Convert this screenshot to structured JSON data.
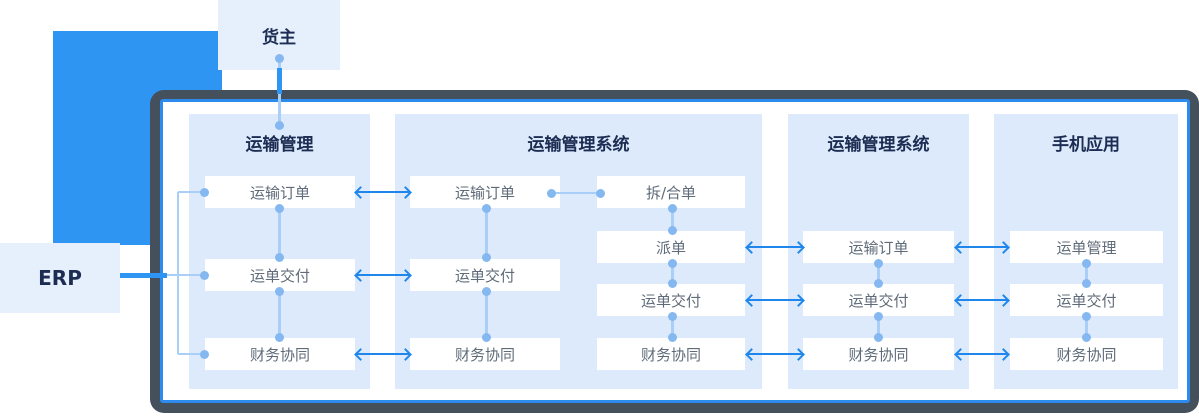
{
  "external": {
    "consignor": "货主",
    "erp": "ERP"
  },
  "panels": [
    {
      "title": "运输管理",
      "items": [
        "运输订单",
        "运单交付",
        "财务协同"
      ]
    },
    {
      "title": "运输管理系统",
      "left_items": [
        "运输订单",
        "运单交付",
        "财务协同"
      ],
      "right_items": [
        "拆/合单",
        "派单",
        "运单交付",
        "财务协同"
      ]
    },
    {
      "title": "运输管理系统",
      "items": [
        "运输订单",
        "运单交付",
        "财务协同"
      ]
    },
    {
      "title": "手机应用",
      "items": [
        "运单管理",
        "运单交付",
        "财务协同"
      ]
    }
  ],
  "colors": {
    "accent_blue": "#2e95f2",
    "arrow_blue": "#1f87ec",
    "frame_dark": "#44505c",
    "border_blue": "#2e8bee",
    "panel_bg": "#dceafb",
    "connector_light": "#a9cef7",
    "dot_blue": "#85b8f0",
    "title_text": "#1d2c52",
    "item_text": "#5f6b79",
    "external_bg": "#e6effc"
  }
}
